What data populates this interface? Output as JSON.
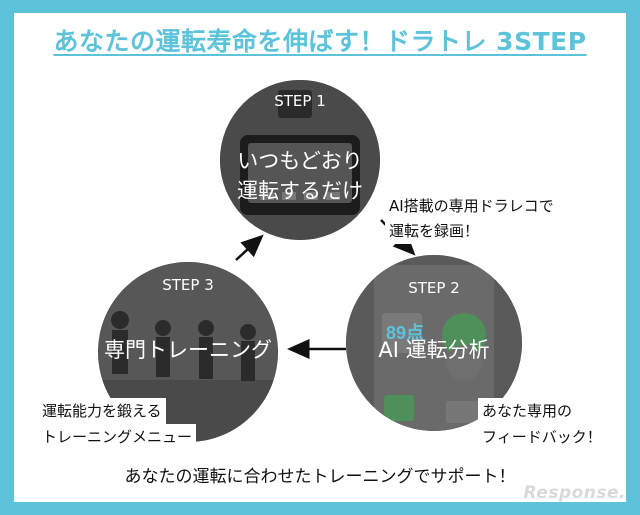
{
  "title": "あなたの運転寿命を伸ばす！ドラトレ 3STEP",
  "steps": [
    {
      "step": "STEP 1",
      "label_line1": "いつもどおり",
      "label_line2": "運転するだけ"
    },
    {
      "step": "STEP 2",
      "label": "AI 運転分析"
    },
    {
      "step": "STEP 3",
      "label": "専門トレーニング"
    }
  ],
  "notes": {
    "step1_line1": "AI搭載の専用ドラレコで",
    "step1_line2": "運転を録画！",
    "step2_line1": "あなた専用の",
    "step2_line2": "フィードバック！",
    "step3_line1": "運転能力を鍛える",
    "step3_line2": "トレーニングメニュー"
  },
  "footer": "あなたの運転に合わせたトレーニングでサポート！",
  "logo": "Response.",
  "colors": {
    "accent": "#5cc3db",
    "circle_overlay": "#3b3b3b",
    "score": "#5cc3db"
  },
  "device_screen": {
    "score": "89点"
  }
}
